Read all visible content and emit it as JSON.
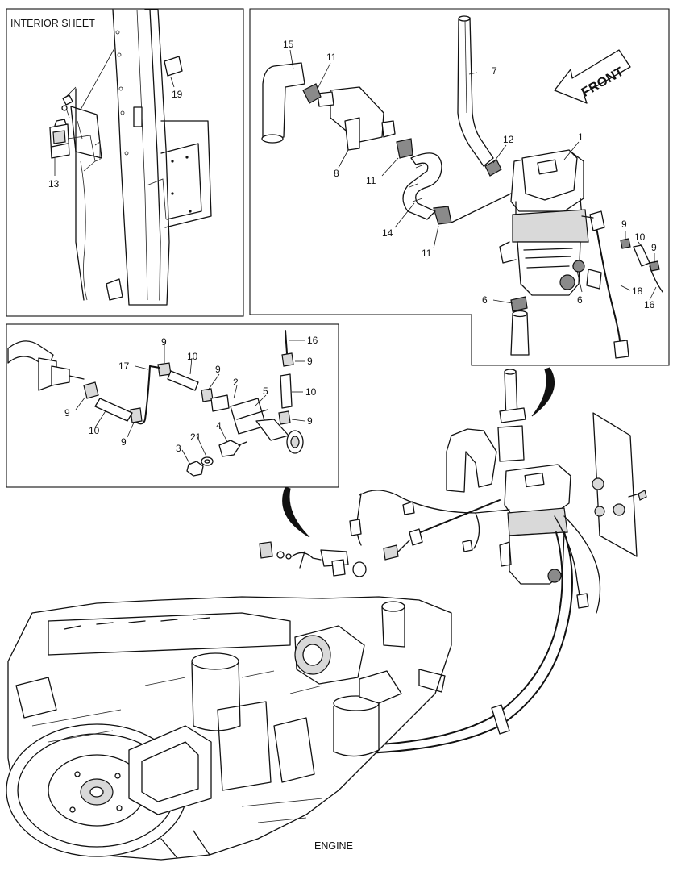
{
  "panels": {
    "interior_sheet_title": "INTERIOR SHEET",
    "engine_title": "ENGINE",
    "front_label": "FRONT"
  },
  "callouts": {
    "c1": "1",
    "c6a": "6",
    "c6b": "6",
    "c7": "7",
    "c8": "8",
    "c9a": "9",
    "c9b": "9",
    "c10a": "10",
    "c11a": "11",
    "c11b": "11",
    "c11c": "11",
    "c12": "12",
    "c13": "13",
    "c14": "14",
    "c15": "15",
    "c16a": "16",
    "c18": "18",
    "c19": "19",
    "d9a": "9",
    "d9b": "9",
    "d9c": "9",
    "d9d": "9",
    "d9e": "9",
    "d9f": "9",
    "d10a": "10",
    "d10b": "10",
    "d10c": "10",
    "d16": "16",
    "d17": "17",
    "d2": "2",
    "d5": "5",
    "d4": "4",
    "d21": "21",
    "d3": "3"
  }
}
